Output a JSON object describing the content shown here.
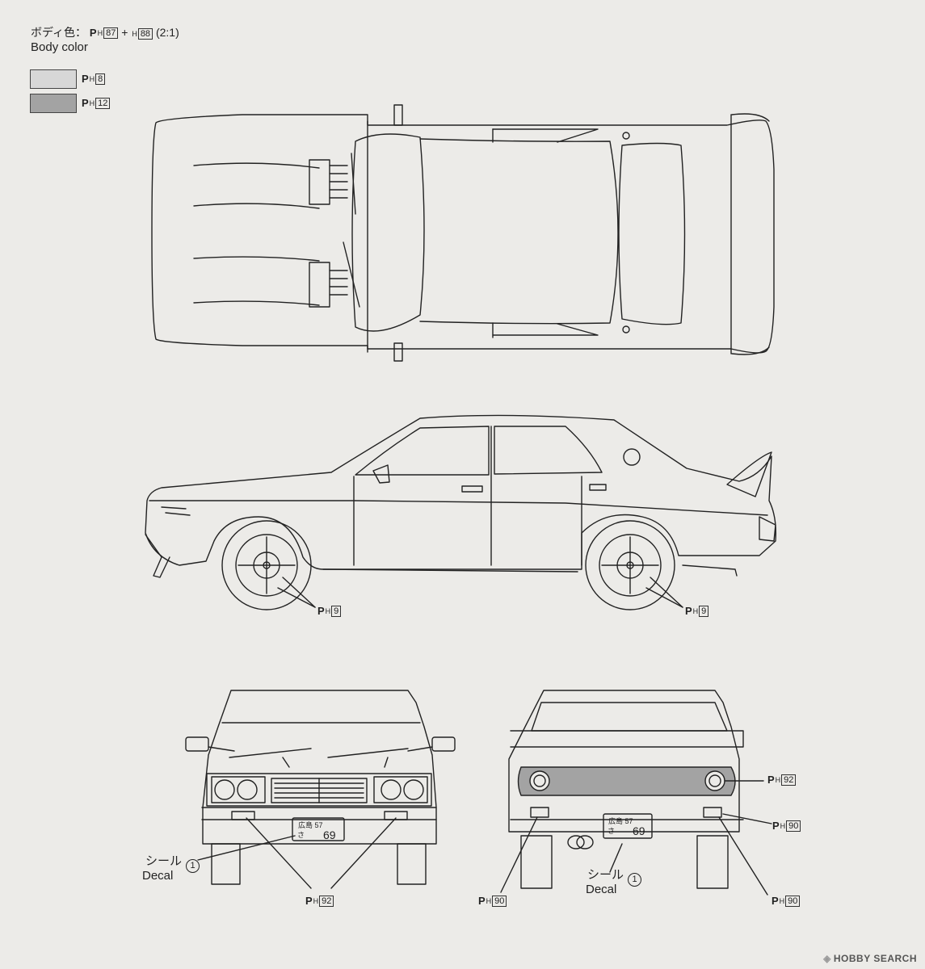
{
  "header": {
    "jp_label": "ボディ色：",
    "formula": [
      {
        "prefix": "P",
        "sub": "H",
        "num": "87"
      },
      {
        "join": "+"
      },
      {
        "prefix": "",
        "sub": "H",
        "num": "88"
      }
    ],
    "ratio": "(2:1)",
    "en_label": "Body color"
  },
  "legend": [
    {
      "prefix": "P",
      "sub": "H",
      "num": "8",
      "color": "#d7d7d7"
    },
    {
      "prefix": "P",
      "sub": "H",
      "num": "12",
      "color": "#a3a3a3"
    }
  ],
  "callouts": {
    "wheel_left": {
      "prefix": "P",
      "sub": "H",
      "num": "9"
    },
    "wheel_right": {
      "prefix": "P",
      "sub": "H",
      "num": "9"
    },
    "front_lights": {
      "prefix": "P",
      "sub": "H",
      "num": "92"
    },
    "rear_tail": {
      "prefix": "P",
      "sub": "H",
      "num": "92"
    },
    "rear_reflector_r": {
      "prefix": "P",
      "sub": "H",
      "num": "90"
    },
    "rear_bumper_l": {
      "prefix": "P",
      "sub": "H",
      "num": "90"
    },
    "rear_bumper_r": {
      "prefix": "P",
      "sub": "H",
      "num": "90"
    }
  },
  "decals": {
    "front": {
      "jp": "シール",
      "en": "Decal",
      "num": "1"
    },
    "rear": {
      "jp": "シール",
      "en": "Decal",
      "num": "1"
    }
  },
  "plates": {
    "front": {
      "top": "広島 57",
      "kana": "さ",
      "num": "69"
    },
    "rear": {
      "top": "広島 57",
      "kana": "さ",
      "num": "69"
    }
  },
  "watermark": {
    "text": "HOBBY SEARCH"
  },
  "colors": {
    "line": "#222222",
    "paper": "#ecebe8",
    "body_fill": "#d7d7d7",
    "dark_fill": "#a3a3a3"
  }
}
